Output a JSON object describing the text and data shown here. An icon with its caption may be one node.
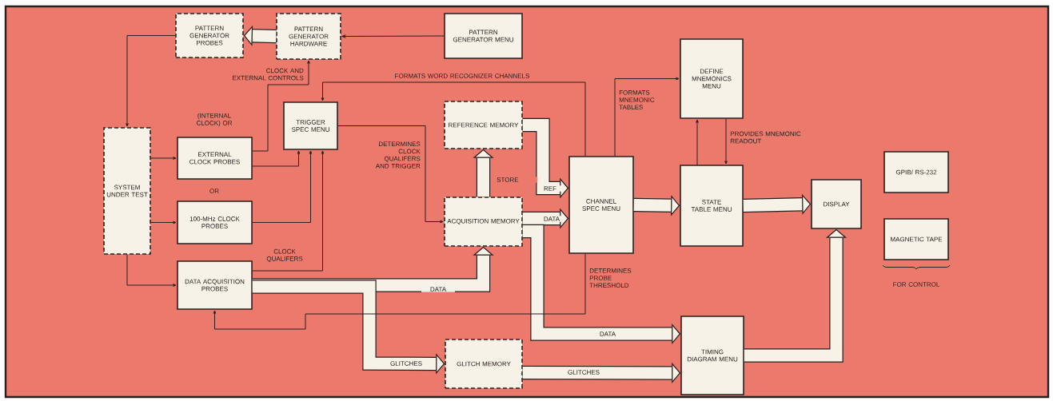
{
  "diagram": {
    "nodes": [
      {
        "text": [
          "PATTERN GENERATOR PROBES"
        ]
      },
      {
        "text": [
          "PATTERN GENERATOR HARDWARE"
        ]
      },
      {
        "text": [
          "PATTERN GENERATOR MENU"
        ]
      },
      {
        "text": [
          "SYSTEM UNDER TEST"
        ]
      },
      {
        "text": [
          "EXTERNAL CLOCK PROBES"
        ]
      },
      {
        "text": [
          "100-MHz CLOCK PROBES"
        ]
      },
      {
        "text": [
          "TRIGGER SPEC MENU"
        ]
      },
      {
        "text": [
          "DATA ACQUISITION PROBES"
        ]
      },
      {
        "text": [
          "REFERENCE MEMORY"
        ]
      },
      {
        "text": [
          "ACQUISITION MEMORY"
        ]
      },
      {
        "text": [
          "CHANNEL SPEC MENU"
        ]
      },
      {
        "text": [
          "GLITCH MEMORY"
        ]
      },
      {
        "text": [
          "DEFINE MNEMONICS MENU"
        ]
      },
      {
        "text": [
          "STATE TABLE MENU"
        ]
      },
      {
        "text": [
          "DISPLAY"
        ]
      },
      {
        "text": [
          "TIMING DIAGRAM MENU"
        ]
      },
      {
        "text": [
          "GPIB/ RS-232"
        ]
      },
      {
        "text": [
          "MAGNETIC TAPE"
        ]
      }
    ],
    "edges": [
      {
        "from": 1,
        "to": 0,
        "arrow": "to",
        "style": "thick"
      },
      {
        "from": 2,
        "to": 1,
        "arrow": "to"
      },
      {
        "from": 0,
        "to": 3,
        "arrow": "to"
      },
      {
        "from": 3,
        "to": 4,
        "arrow": "to"
      },
      {
        "from": 3,
        "to": 5,
        "arrow": "to"
      },
      {
        "from": 3,
        "to": 7,
        "arrow": "to"
      },
      {
        "from": 4,
        "to": 1,
        "arrow": "to",
        "label": "CLOCK AND EXTERNAL CONTROLS"
      },
      {
        "from": 4,
        "to": 6,
        "arrow": "to"
      },
      {
        "from": 5,
        "to": 6,
        "arrow": "to"
      },
      {
        "from": 7,
        "to": 6,
        "arrow": "to",
        "label": "CLOCK QUALIFERS"
      },
      {
        "from": 10,
        "to": 6,
        "arrow": "to",
        "label": "FORMATS WORD RECOGNIZER CHANNELS"
      },
      {
        "from": 6,
        "to": 9,
        "arrow": "to",
        "label": "DETERMINES CLOCK QUALIFERS AND TRIGGER"
      },
      {
        "from": 9,
        "to": 8,
        "arrow": "to",
        "style": "thick",
        "label": "STORE"
      },
      {
        "from": 8,
        "to": 10,
        "arrow": "to",
        "style": "thick",
        "label": "REF"
      },
      {
        "from": 9,
        "to": 10,
        "arrow": "to",
        "style": "thick",
        "label": "DATA"
      },
      {
        "from": 7,
        "to": 9,
        "arrow": "to",
        "style": "thick",
        "label": "DATA"
      },
      {
        "from": 7,
        "to": 11,
        "arrow": "to",
        "style": "thick",
        "label": "GLITCHES"
      },
      {
        "from": 9,
        "to": 15,
        "arrow": "to",
        "style": "thick",
        "label": "DATA"
      },
      {
        "from": 11,
        "to": 15,
        "arrow": "to",
        "style": "thick",
        "label": "GLITCHES"
      },
      {
        "from": 10,
        "to": 7,
        "arrow": "to",
        "label": "DETERMINES PROBE THRESHOLD"
      },
      {
        "from": 10,
        "to": 12,
        "arrow": "to",
        "label": "FORMATS MNEMONIC TABLES"
      },
      {
        "from": 13,
        "to": 12,
        "arrow": "to"
      },
      {
        "from": 12,
        "to": 13,
        "arrow": "to",
        "label": "PROVIDES MNEMONIC READOUT"
      },
      {
        "from": 10,
        "to": 13,
        "arrow": "to",
        "style": "thick"
      },
      {
        "from": 13,
        "to": 14,
        "arrow": "to",
        "style": "thick"
      },
      {
        "from": 15,
        "to": 14,
        "arrow": "to",
        "style": "thick"
      }
    ],
    "labels": [
      "(INTERNAL CLOCK) OR",
      "OR",
      "FOR CONTROL"
    ]
  }
}
